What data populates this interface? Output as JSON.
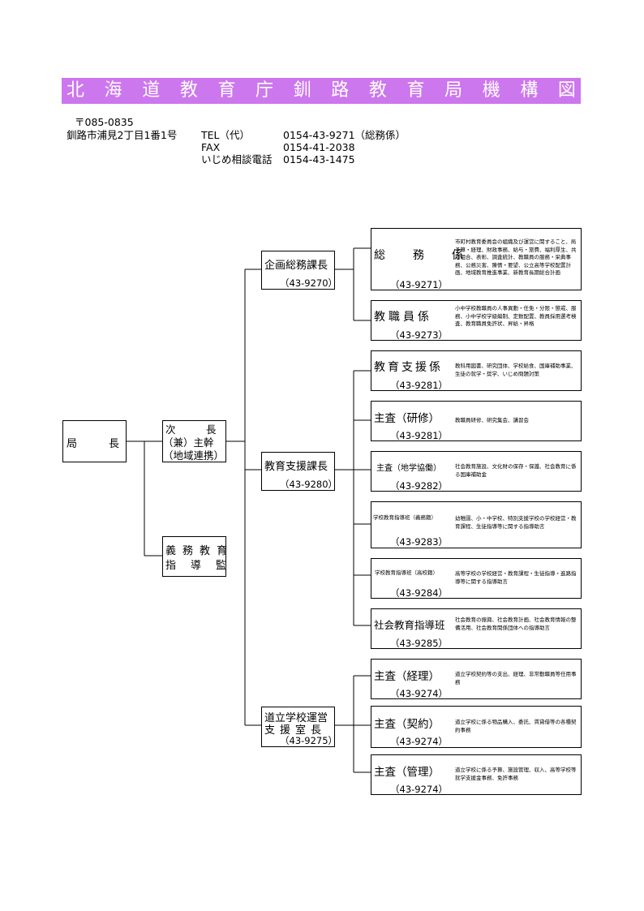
{
  "title": "北海道教育庁釧路教育局機構図",
  "address": {
    "postal": "〒085-0835",
    "street": "釧路市浦見2丁目1番1号",
    "tel_label": "TEL（代）",
    "tel": "0154-43-9271（総務係）",
    "fax_label": "FAX",
    "fax": "0154-41-2038",
    "ijime_label": "いじめ相談電話",
    "ijime": "0154-43-1475"
  },
  "director": {
    "label": "局　　　長"
  },
  "deputy": {
    "line1": "次　　　長",
    "line2": "（兼）主幹",
    "line3": "（地域連携）"
  },
  "guidance": {
    "line1": "義務教育",
    "line2": "指導監"
  },
  "sections": [
    {
      "name": "企画総務課長",
      "phone": "（43-9270）"
    },
    {
      "name": "教育支援課長",
      "phone": "（43-9280）"
    },
    {
      "name1": "道立学校運営",
      "name2": "支援室長",
      "phone": "（43-9275）"
    }
  ],
  "units": [
    {
      "name": "総　務　係",
      "phone": "（43-9271）",
      "desc": "市町村教育委員会の組織及び運営に関すること、局予算・経理、財政事務、給与・旅費、福利厚生、共済組合、表彰、調査統計、教職員の服務・栄典事務、公務災害、陳情・要望、公立高等学校配置計画、地域教育推進事業、新教育長期総合計画"
    },
    {
      "name": "教職員係",
      "phone": "（43-9273）",
      "desc": "小中学校教職員の人事異動・任免・分限・懲戒、服務、小中学校学級編制、定数配置、教員採用選考検査、教育職員免許状、昇給・昇格"
    },
    {
      "name": "教育支援係",
      "phone": "（43-9281）",
      "desc": "教科用図書、研究団体、学校給食、国庫補助事業、生徒の就学・奨学、いじめ問題対策"
    },
    {
      "name": "主査（研修）",
      "phone": "（43-9281）",
      "desc": "教職員研修、研究集会、講習会"
    },
    {
      "name": "主査（地学協働）",
      "phone": "（43-9282）",
      "desc": "社会教育施設、文化財の保存・保護、社会教育に係る国庫補助金"
    },
    {
      "name": "学校教育指導班（義務籍）",
      "phone": "（43-9283）",
      "desc": "幼稚園、小・中学校、特別支援学校の学校経営・教育課程、生徒指導等に関する指導助言"
    },
    {
      "name": "学校教育指導班（高校籍）",
      "phone": "（43-9284）",
      "desc": "高等学校の学校経営・教育課程・生徒指導・進路指導等に関する指導助言"
    },
    {
      "name": "社会教育指導班",
      "phone": "（43-9285）",
      "desc": "社会教育の振興、社会教育計画、社会教育情報の整備活用、社会教育関係団体への指導助言"
    },
    {
      "name": "主査（経理）",
      "phone": "（43-9274）",
      "desc": "道立学校契約等の支出、経理、非常勤職員等任用事務"
    },
    {
      "name": "主査（契約）",
      "phone": "（43-9274）",
      "desc": "道立学校に係る物品購入、委託、賃貸借等の各種契約事務"
    },
    {
      "name": "主査（管理）",
      "phone": "（43-9274）",
      "desc": "道立学校に係る予算、施設管理、収入、高等学校等就学支援金事務、免許事務"
    }
  ]
}
